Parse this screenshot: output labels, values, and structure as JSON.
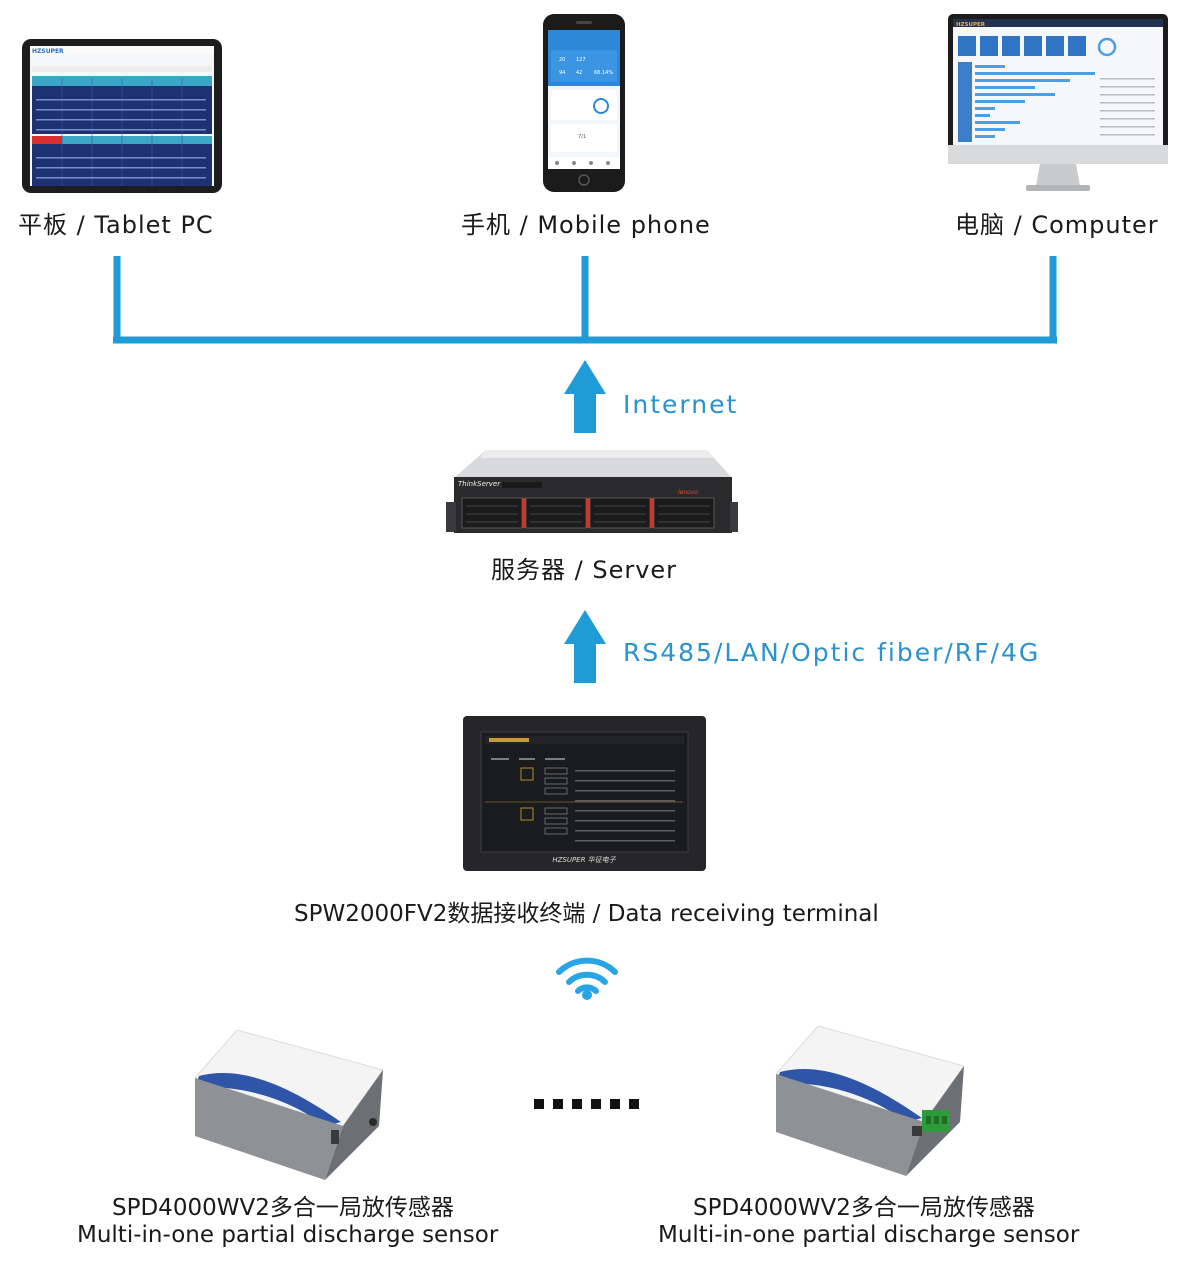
{
  "colors": {
    "connector": "#1f9bd7",
    "label_accent": "#2a92cf"
  },
  "devices": {
    "tablet": {
      "label": "平板 / Tablet PC",
      "brand": "HZSUPER"
    },
    "phone": {
      "label": "手机 / Mobile phone",
      "screen_stats": [
        "20",
        "127",
        "94",
        "42",
        "68.14%",
        "7/1"
      ]
    },
    "computer": {
      "label": "电脑 / Computer",
      "brand": "HZSUPER"
    },
    "server": {
      "label": "服务器 / Server",
      "brand_left": "ThinkServer",
      "brand_right": "lenovo"
    },
    "terminal": {
      "caption": "SPW2000FV2数据接收终端 / Data receiving terminal",
      "bezel_logo": "HZSUPER 华征电子"
    },
    "sensors": [
      {
        "line1": "SPD4000WV2多合一局放传感器",
        "line2": "Multi-in-one partial discharge sensor"
      },
      {
        "line1": "SPD4000WV2多合一局放传感器",
        "line2": "Multi-in-one partial discharge sensor"
      }
    ]
  },
  "links": {
    "internet": "Internet",
    "field_bus": "RS485/LAN/Optic fiber/RF/4G"
  }
}
